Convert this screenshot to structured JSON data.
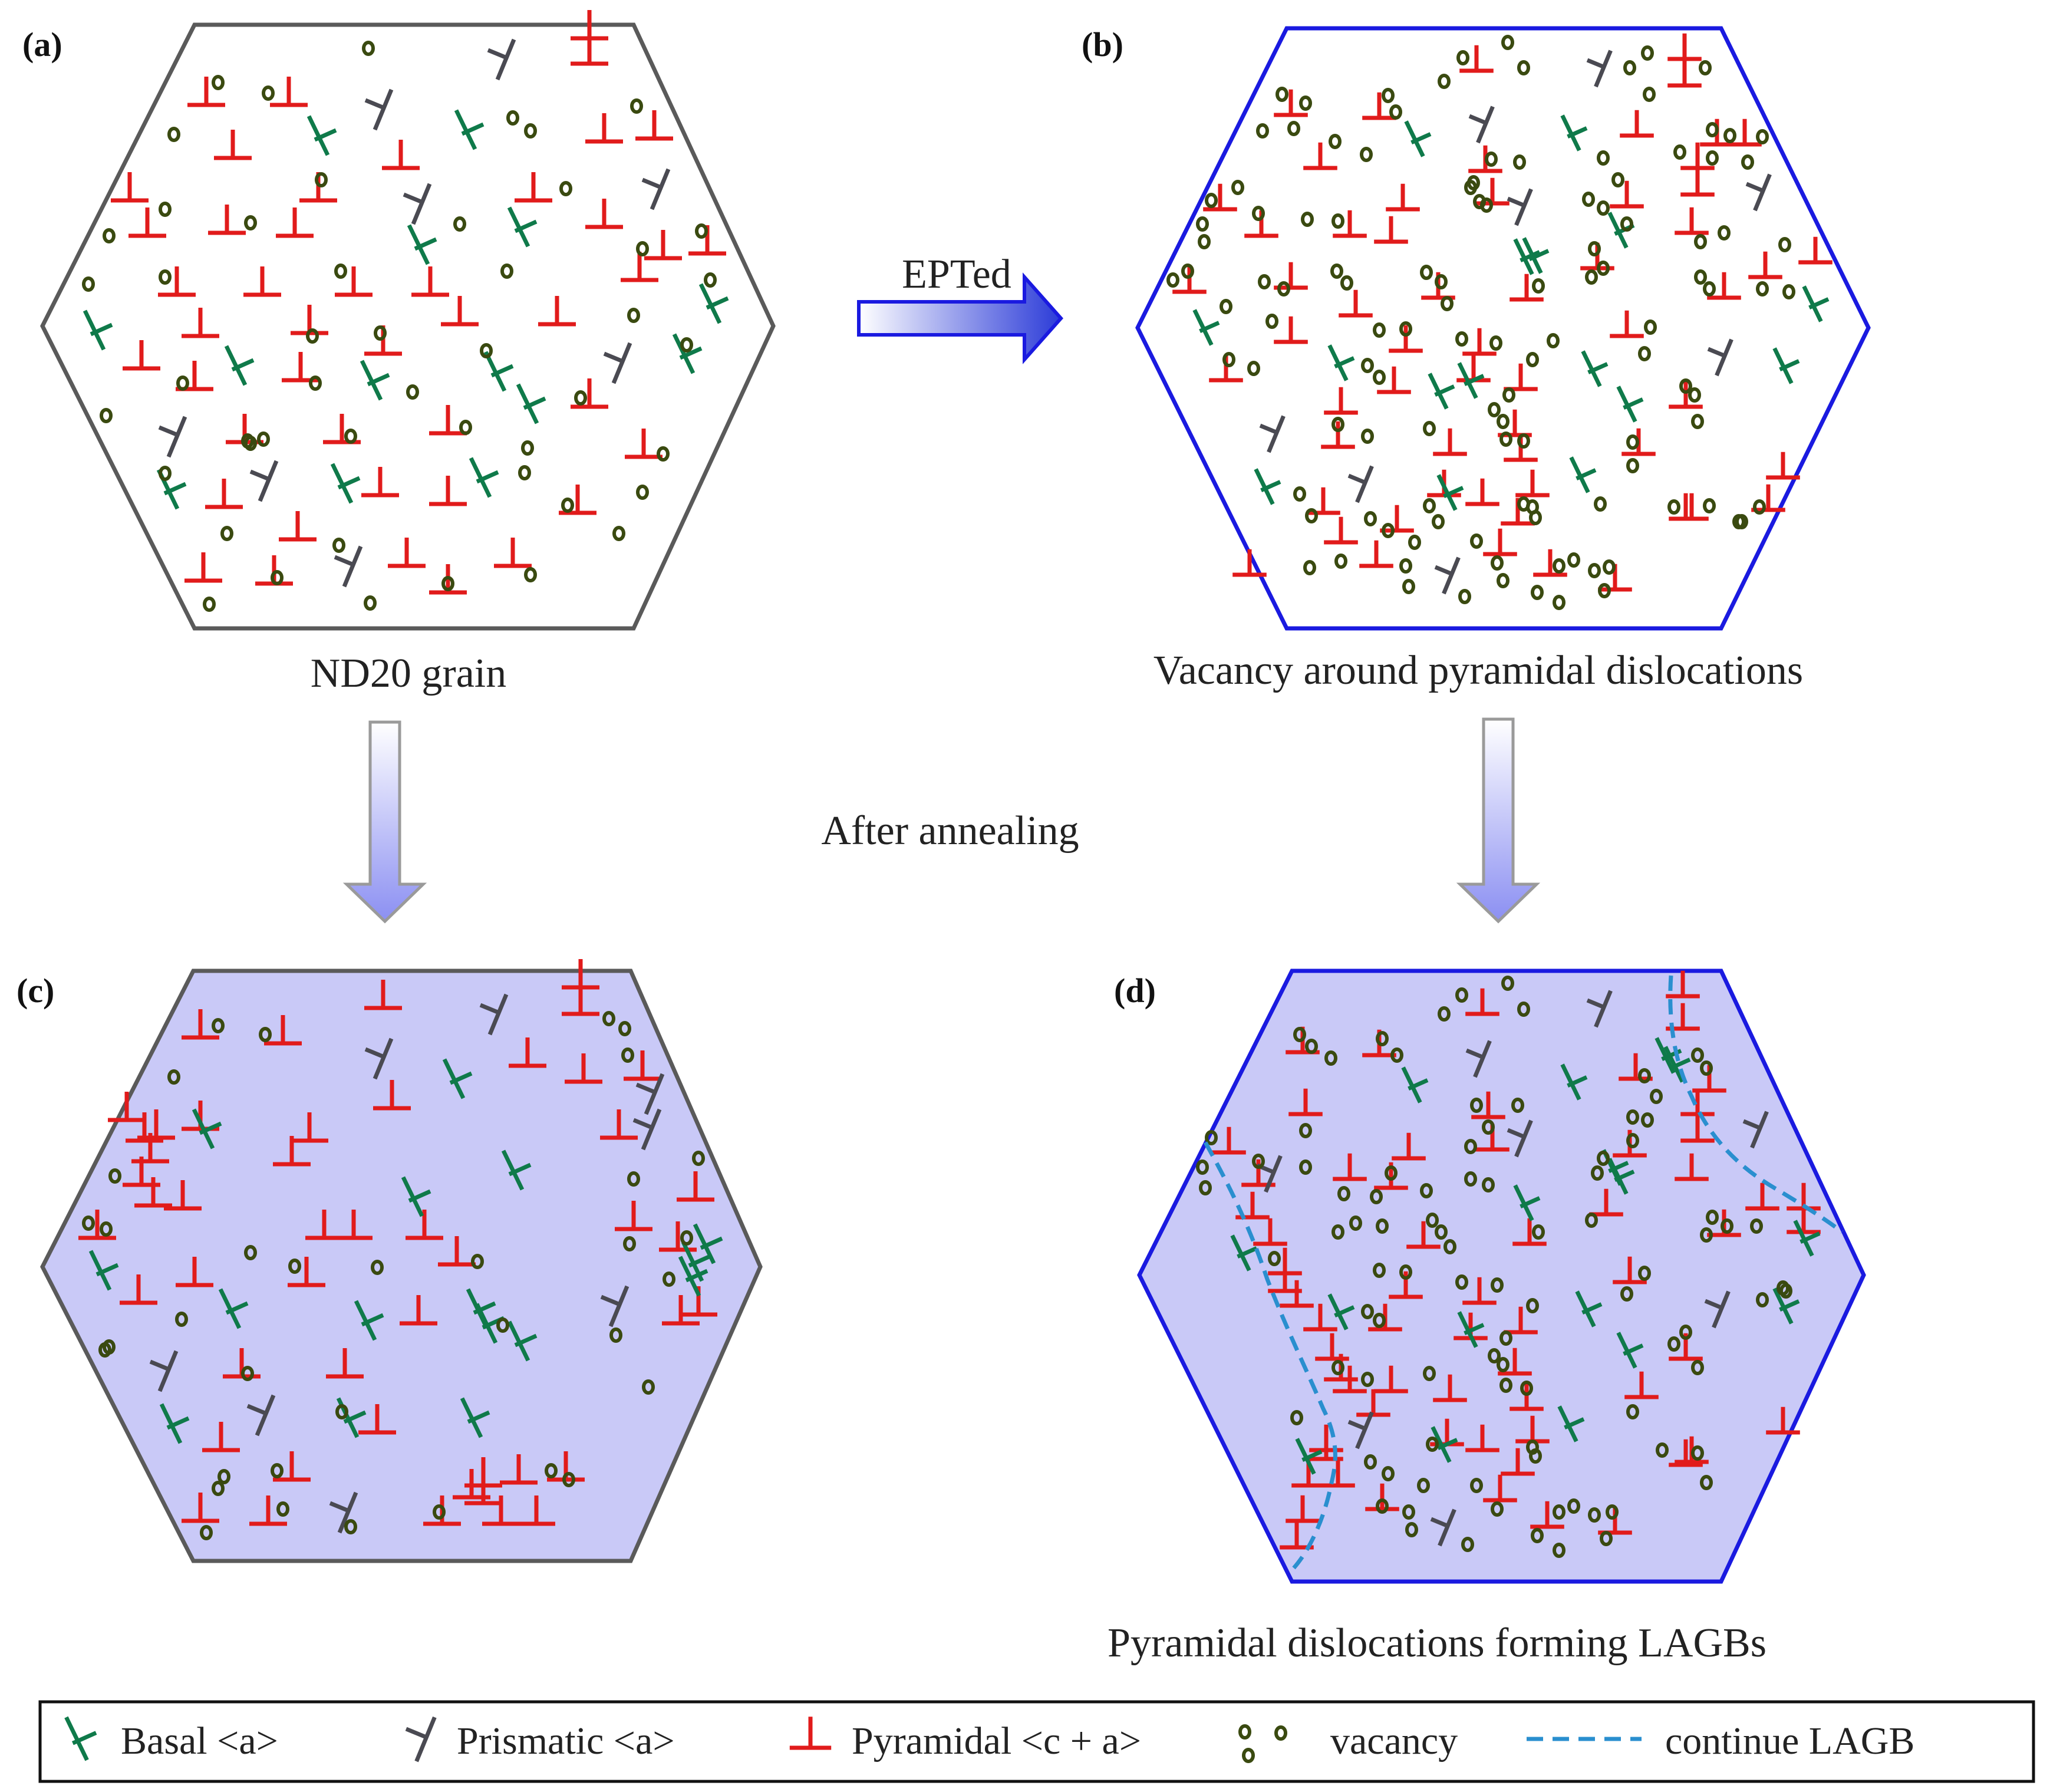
{
  "panels": {
    "a": {
      "label": "(a)",
      "caption": "ND20 grain"
    },
    "b": {
      "label": "(b)",
      "caption": "Vacancy around pyramidal dislocations"
    },
    "c": {
      "label": "(c)"
    },
    "d": {
      "label": "(d)",
      "caption": "Pyramidal dislocations forming LAGBs"
    }
  },
  "arrows": {
    "horizontal_label": "EPTed",
    "vertical_label": "After annealing"
  },
  "legend": {
    "basal": "Basal <a>",
    "prismatic": "Prismatic <a>",
    "pyramidal": "Pyramidal <c + a>",
    "vacancy": "vacancy",
    "lagb": "continue LAGB"
  },
  "colors": {
    "basal": "#0f7a4a",
    "prismatic": "#4a4a52",
    "pyramidal": "#e11b1b",
    "vacancy": "#3a4a10",
    "lagb": "#2a8fcf",
    "grain_fill_annealed": "#c9c9f7",
    "hexagon_border_gray": "#5a5a5a",
    "hexagon_border_blue": "#1a1ae0"
  }
}
